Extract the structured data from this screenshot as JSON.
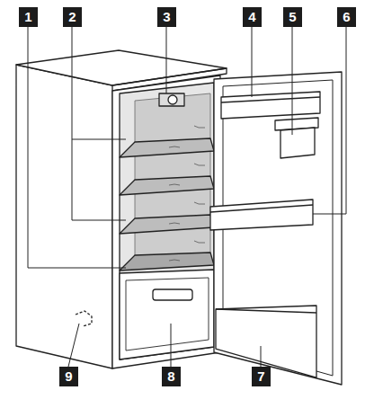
{
  "diagram": {
    "labels": [
      "1",
      "2",
      "3",
      "4",
      "5",
      "6",
      "9",
      "8",
      "7"
    ]
  }
}
